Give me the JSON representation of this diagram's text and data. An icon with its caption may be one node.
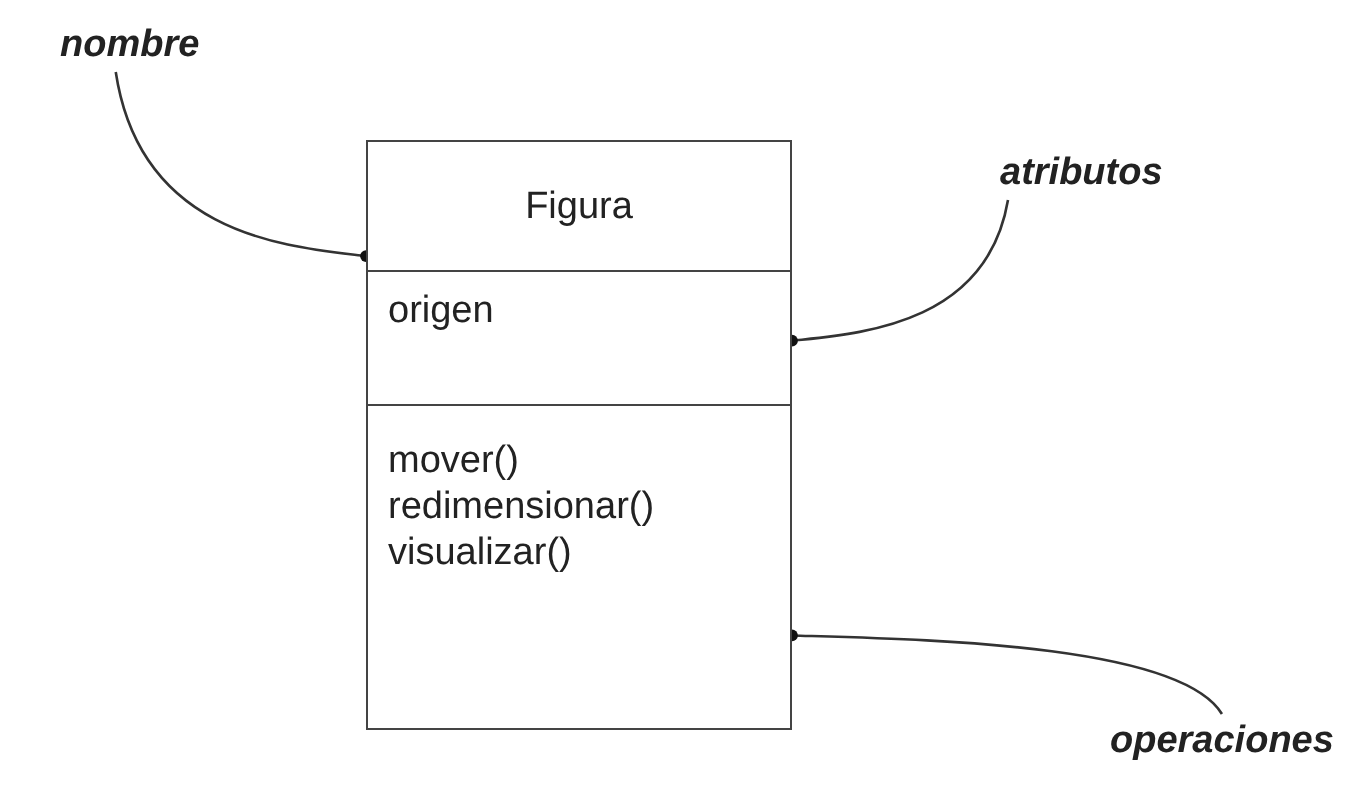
{
  "diagram": {
    "nodes": [
      {
        "text": [
          "nombre"
        ]
      },
      {
        "text": [
          "Figura"
        ]
      },
      {
        "text": [
          "origen"
        ]
      },
      {
        "text": [
          "mover()",
          "redimensionar()",
          "visualizar()"
        ]
      },
      {
        "text": [
          "atributos"
        ]
      },
      {
        "text": [
          "operaciones"
        ]
      }
    ],
    "edges": [
      {
        "from": 0,
        "to": 1,
        "arrow": "other"
      },
      {
        "from": 4,
        "to": 2,
        "arrow": "other"
      },
      {
        "from": 5,
        "to": 3,
        "arrow": "other"
      }
    ]
  }
}
